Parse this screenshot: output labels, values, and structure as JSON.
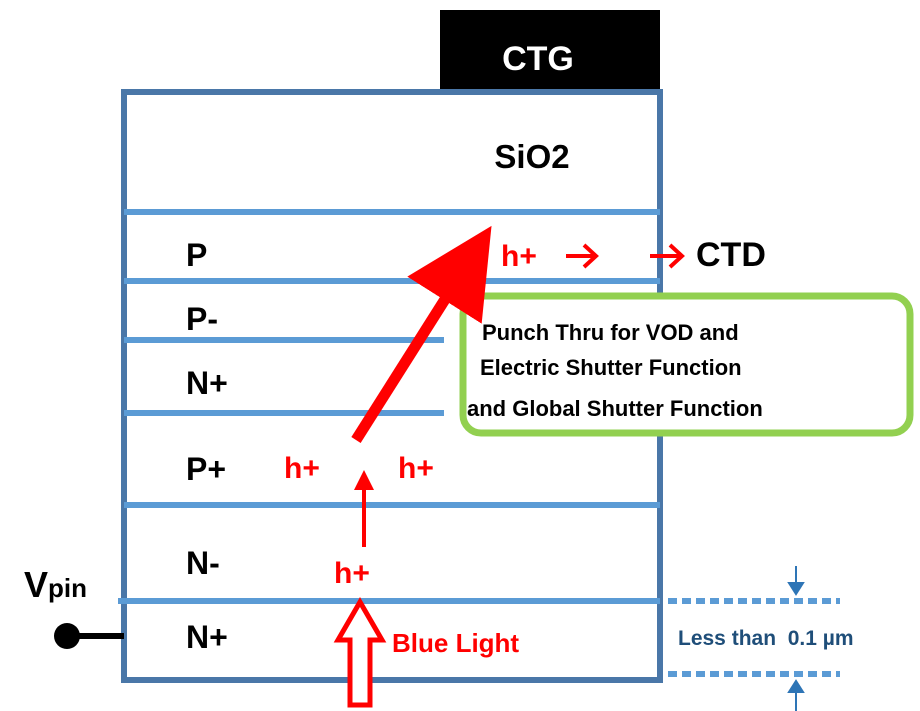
{
  "gate": {
    "label": "CTG"
  },
  "oxide": {
    "label": "SiO2"
  },
  "layers": [
    {
      "key": "p",
      "label": "P"
    },
    {
      "key": "p_minus",
      "label": "P-"
    },
    {
      "key": "n_plus_upper",
      "label": "N+"
    },
    {
      "key": "p_plus",
      "label": "P+"
    },
    {
      "key": "n_minus",
      "label": "N-"
    },
    {
      "key": "n_plus_lower",
      "label": "N+"
    }
  ],
  "carriers": {
    "p_layer": "h+",
    "p_plus_left": "h+",
    "p_plus_right": "h+",
    "n_minus": "h+"
  },
  "output": {
    "label": "CTD"
  },
  "terminal": {
    "main": "V",
    "subscript": "pin"
  },
  "light": {
    "label": "Blue Light"
  },
  "callout": {
    "lines": [
      "Punch Thru for VOD and",
      "Electric Shutter Function",
      "and Global Shutter Function"
    ]
  },
  "dimension": {
    "label": "Less than  0.1 µm"
  },
  "colors": {
    "device_outline": "#4a77a8",
    "layer_line": "#5b9bd5",
    "carrier_red": "#ff0000",
    "callout_border": "#92d050",
    "dimension_blue": "#2e75b6",
    "gate_fill": "#000000",
    "dimension_text": "#1f4e79"
  }
}
